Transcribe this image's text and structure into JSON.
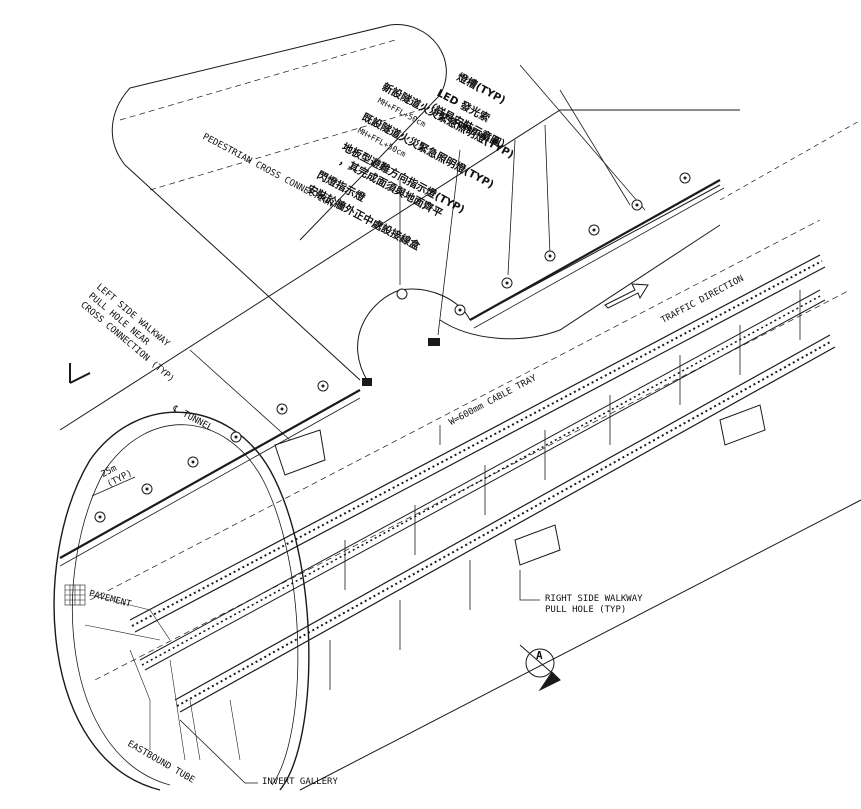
{
  "labels": {
    "pedestrian": "PEDESTRIAN CROSS CONNECTION",
    "traffic": "TRAFFIC DIRECTION",
    "cable_tray": "W=600mm CABLE TRAY",
    "tunnel_cl": "℄ TUNNEL",
    "dim_25m": "25m",
    "dim_typ": "(TYP)",
    "pavement": "PAVEMENT",
    "eastbound": "EASTBOUND TUBE",
    "invert": "INVERT GALLERY",
    "left_walkway": [
      "LEFT SIDE WALKWAY",
      "PULL HOLE NEAR",
      "CROSS CONNECTION (TYP)"
    ],
    "right_walkway": [
      "RIGHT SIDE WALKWAY",
      "PULL HOLE (TYP)"
    ],
    "section_mark": "A",
    "callouts": [
      "燈槽(TYP)",
      "LED 發光索",
      "（詳見安裝示意圖）",
      "新設隧道火災緊急照明燈(TYP)",
      "MH+FFL+50cm",
      "既設隧道火災緊急照明燈(TYP)",
      "MH+FFL+50cm",
      "地板型避難方向指示燈(TYP)",
      "，其完成面須與地面齊平",
      "閃燈指示燈",
      "安裝於牆外正中處設接線盒"
    ]
  },
  "colors": {
    "line": "#1a1a1a",
    "paper": "#ffffff"
  }
}
